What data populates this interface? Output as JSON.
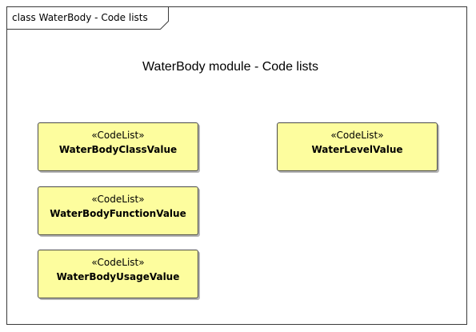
{
  "frame": {
    "label": "class WaterBody - Code lists"
  },
  "diagram": {
    "title": "WaterBody module - Code lists"
  },
  "classes": [
    {
      "stereotype": "«CodeList»",
      "name": "WaterBodyClassValue"
    },
    {
      "stereotype": "«CodeList»",
      "name": "WaterLevelValue"
    },
    {
      "stereotype": "«CodeList»",
      "name": "WaterBodyFunctionValue"
    },
    {
      "stereotype": "«CodeList»",
      "name": "WaterBodyUsageValue"
    }
  ],
  "colors": {
    "class_fill": "#fdfd9e",
    "border": "#3a3a3a"
  }
}
